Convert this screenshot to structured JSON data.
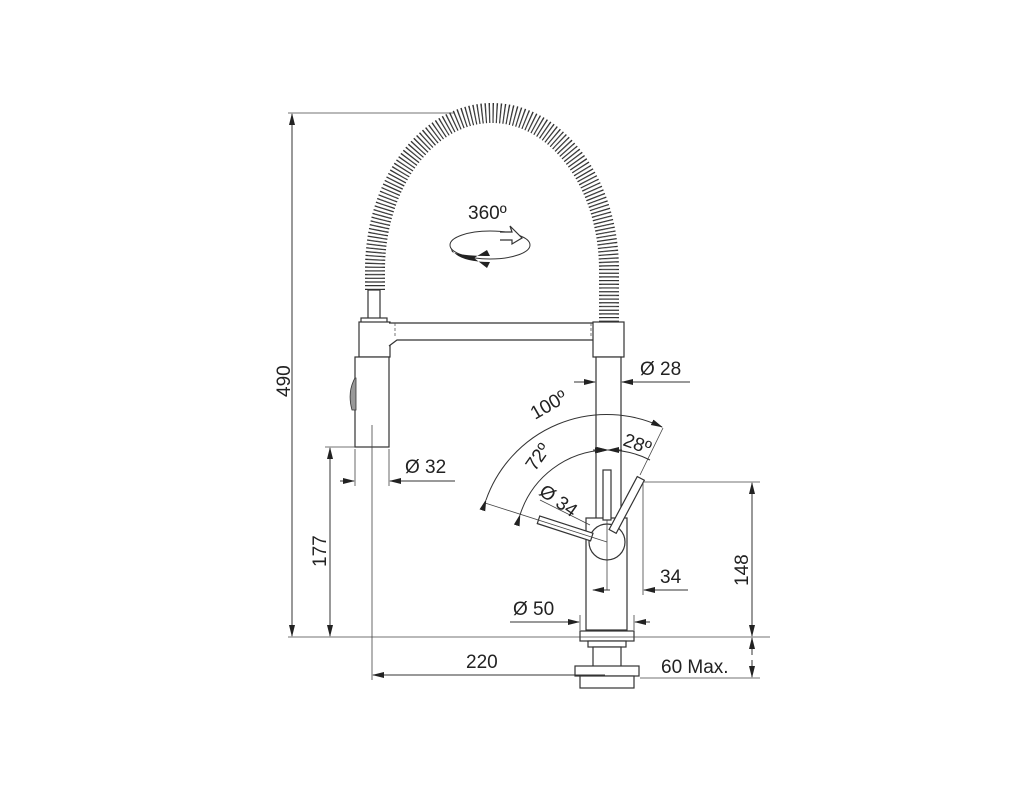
{
  "dimensions": {
    "total_height": "490",
    "spout_height": "177",
    "spray_diameter": "Ø 32",
    "reach": "220",
    "column_diameter": "Ø 28",
    "lever_range": "100º",
    "lever_angle_back": "72º",
    "lever_angle_front": "28º",
    "lever_diameter": "Ø 34",
    "lever_height": "148",
    "lever_offset": "34",
    "base_diameter": "Ø 50",
    "max_worktop": "60 Max."
  },
  "rotation": {
    "label": "360º"
  }
}
